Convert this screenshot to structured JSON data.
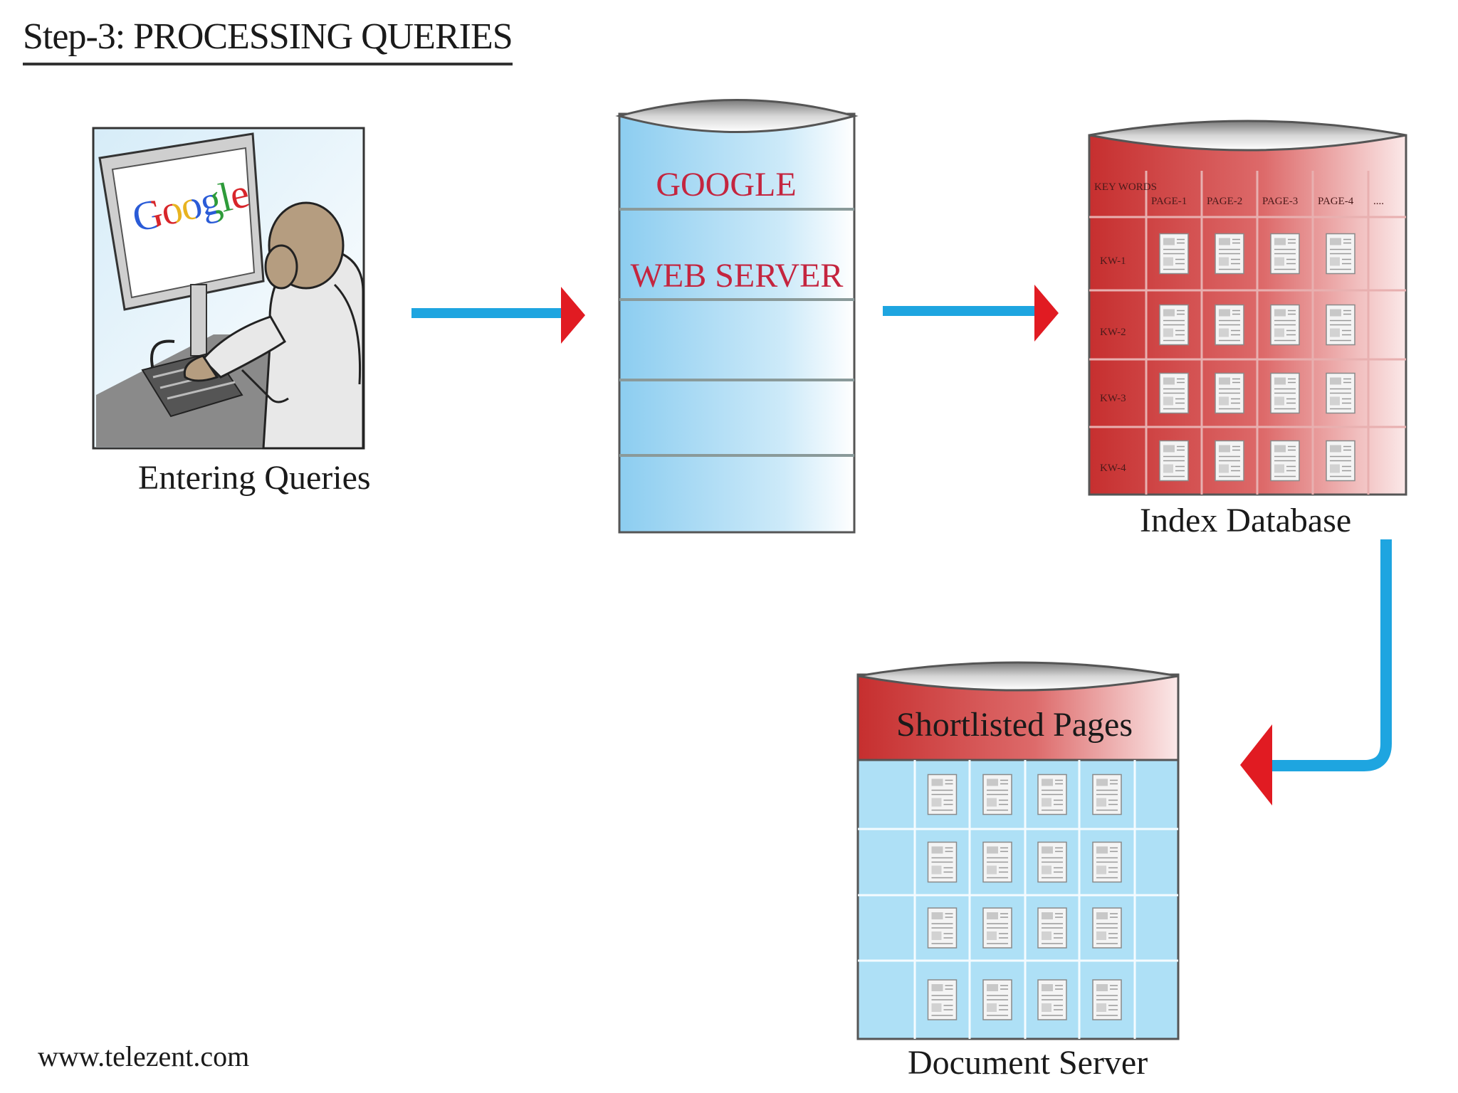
{
  "title": "Step-3: PROCESSING QUERIES",
  "website": "www.telezent.com",
  "nodes": {
    "user": {
      "caption": "Entering Queries",
      "screen_logo": "Google"
    },
    "web_server": {
      "lines": [
        "GOOGLE",
        "WEB SERVER"
      ]
    },
    "index_database": {
      "caption": "Index Database",
      "header": [
        "KEY WORDS",
        "PAGE-1",
        "PAGE-2",
        "PAGE-3",
        "PAGE-4",
        "...."
      ],
      "rows": [
        "KW-1",
        "KW-2",
        "KW-3",
        "KW-4"
      ]
    },
    "document_server": {
      "caption": "Document Server",
      "header": "Shortlisted Pages"
    }
  },
  "edges": [
    {
      "from": "user",
      "to": "web_server"
    },
    {
      "from": "web_server",
      "to": "index_database"
    },
    {
      "from": "index_database",
      "to": "document_server"
    }
  ],
  "colors": {
    "arrow_line": "#1ea5e0",
    "arrow_head": "#e11b22",
    "server_blue": "#8fd0f0",
    "db_red": "#cf3636",
    "label_red": "#c4253f"
  },
  "icons": [
    "page-thumbnail-icon",
    "monitor-icon",
    "person-icon",
    "keyboard-icon"
  ]
}
